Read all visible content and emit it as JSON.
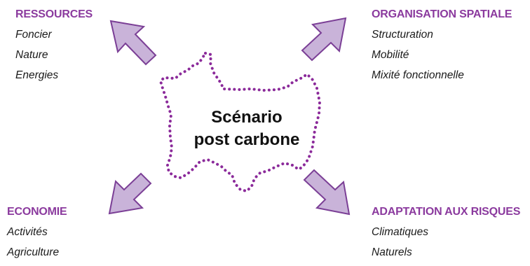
{
  "colors": {
    "accent": "#8b3a9e",
    "arrow_fill": "#c9b3d9",
    "arrow_stroke": "#7b3f96",
    "outline": "#8b2a9a"
  },
  "center": {
    "line1": "Scénario",
    "line2": "post carbone"
  },
  "blocks": {
    "ressources": {
      "heading": "RESSOURCES",
      "items": [
        "Foncier",
        "Nature",
        "Energies"
      ]
    },
    "organisation": {
      "heading": "ORGANISATION SPATIALE",
      "items": [
        "Structuration",
        "Mobilité",
        "Mixité fonctionnelle"
      ]
    },
    "economie": {
      "heading": "ECONOMIE",
      "items": [
        "Activités",
        "Agriculture"
      ]
    },
    "adaptation": {
      "heading": "ADAPTATION AUX RISQUES",
      "items": [
        "Climatiques",
        "Naturels"
      ]
    }
  }
}
